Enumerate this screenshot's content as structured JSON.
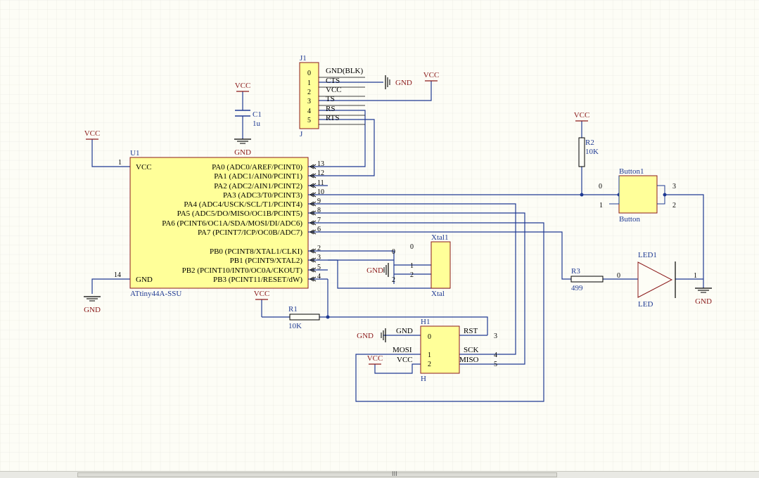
{
  "colors": {
    "wire": "#1f3a93",
    "power": "#8b1a1a",
    "body_fill": "#ffff99",
    "body_stroke": "#8b1a1a",
    "ref": "#1f3a93",
    "text": "#000000",
    "grid": "#e3e3dc",
    "pin_num": "#000000"
  },
  "u1": {
    "ref": "U1",
    "part": "ATtiny44A-SSU",
    "vcc_label": "VCC",
    "gnd_label": "GND",
    "vcc_pin": "1",
    "gnd_pin": "14",
    "pins": [
      {
        "name": "PA0 (ADC0/AREF/PCINT0)",
        "num": "13"
      },
      {
        "name": "PA1 (ADC1/AIN0/PCINT1)",
        "num": "12"
      },
      {
        "name": "PA2 (ADC2/AIN1/PCINT2)",
        "num": "11"
      },
      {
        "name": "PA3 (ADC3/T0/PCINT3)",
        "num": "10"
      },
      {
        "name": "PA4 (ADC4/USCK/SCL/T1/PCINT4)",
        "num": "9"
      },
      {
        "name": "PA5 (ADC5/DO/MISO/OC1B/PCINT5)",
        "num": "8"
      },
      {
        "name": "PA6 (PCINT6/OC1A/SDA/MOSI/DI/ADC6)",
        "num": "7"
      },
      {
        "name": "PA7 (PCINT7/ICP/OC0B/ADC7)",
        "num": "6"
      },
      {
        "name": "PB0 (PCINT8/XTAL1/CLKI)",
        "num": "2"
      },
      {
        "name": "PB1 (PCINT9/XTAL2)",
        "num": "3"
      },
      {
        "name": "PB2 (PCINT10/INT0/OC0A/CKOUT)",
        "num": "5"
      },
      {
        "name": "PB3 (PCINT11/RESET/dW)",
        "num": "4"
      }
    ]
  },
  "j1": {
    "ref": "J1",
    "part": "J",
    "pins": [
      "0",
      "1",
      "2",
      "3",
      "4",
      "5"
    ],
    "signals": [
      "GND(BLK)",
      "CTS",
      "VCC",
      "TS",
      "RS",
      "RTS"
    ]
  },
  "c1": {
    "ref": "C1",
    "value": "1u"
  },
  "r1": {
    "ref": "R1",
    "value": "10K"
  },
  "r2": {
    "ref": "R2",
    "value": "10K"
  },
  "r3": {
    "ref": "R3",
    "value": "499",
    "pin0": "0"
  },
  "button1": {
    "ref": "Button1",
    "part": "Button",
    "pins": [
      "0",
      "1",
      "3",
      "2"
    ]
  },
  "led1": {
    "ref": "LED1",
    "part": "LED",
    "pin1": "1"
  },
  "xtal1": {
    "ref": "Xtal1",
    "part": "Xtal",
    "pins": [
      "0",
      "1",
      "2"
    ]
  },
  "h1": {
    "ref": "H1",
    "part": "H",
    "pins": [
      "0",
      "1",
      "2"
    ],
    "left_labels": [
      "GND",
      "MOSI",
      "VCC"
    ],
    "right_labels": [
      "RST",
      "SCK",
      "MISO"
    ],
    "right_nums": [
      "3",
      "4",
      "5"
    ]
  },
  "power": {
    "vcc": "VCC",
    "gnd": "GND"
  },
  "misc": {
    "d0": "0",
    "d1": "1",
    "d2": "2"
  },
  "scrollbar": {
    "grip": "III"
  }
}
